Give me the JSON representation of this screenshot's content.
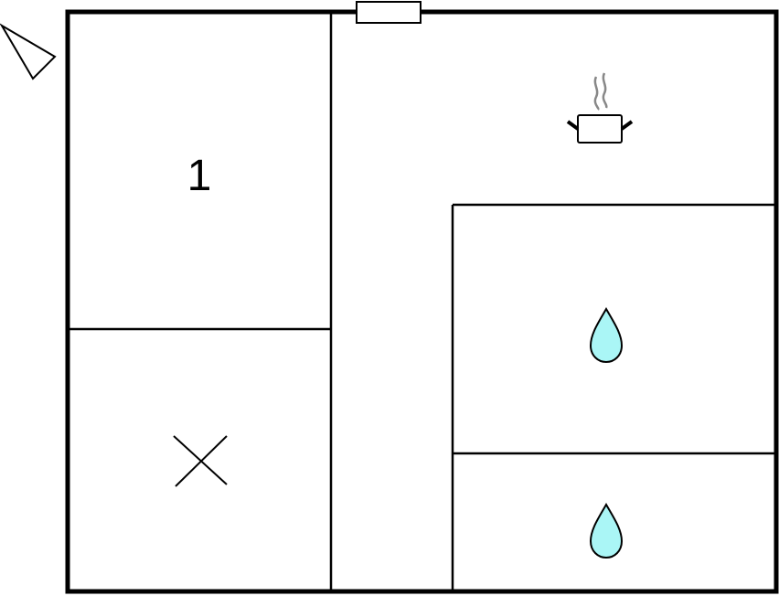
{
  "floorplan": {
    "colors": {
      "wall": "#000000",
      "background": "#ffffff",
      "water": "#aaf6f6",
      "steam": "#888888"
    },
    "rooms": [
      {
        "id": "bedroom-1",
        "label": "1",
        "icon": "number-label"
      },
      {
        "id": "storage",
        "label": "",
        "icon": "x-mark-icon"
      },
      {
        "id": "hallway-kitchen",
        "label": "",
        "icon": "cooking-pot-icon"
      },
      {
        "id": "bathroom-1",
        "label": "",
        "icon": "water-drop-icon"
      },
      {
        "id": "bathroom-2",
        "label": "",
        "icon": "water-drop-icon"
      }
    ],
    "entrance": {
      "icon": "entrance-triangle-icon"
    },
    "window": {
      "icon": "window-icon"
    }
  }
}
